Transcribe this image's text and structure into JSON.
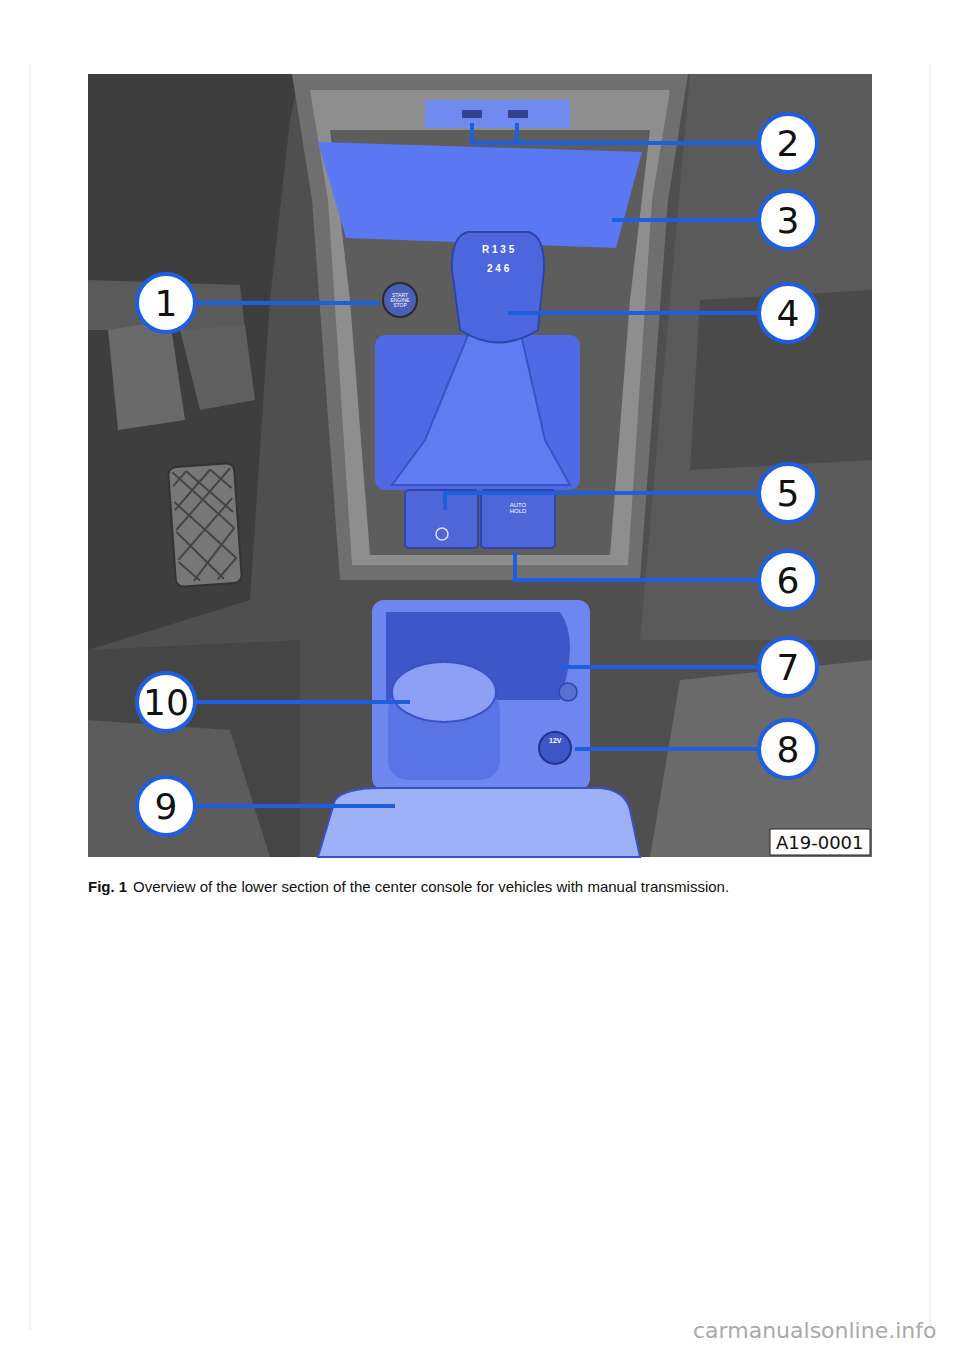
{
  "diagram": {
    "caption": "Overview of the lower section of the center console for vehicles with manual transmission.",
    "labels": [
      "2",
      "3",
      "R 1 3 5",
      "2 4 6",
      "START ENGINE STOP",
      "1",
      "4",
      "5",
      "AUTO HOLD",
      "6",
      "7",
      "10",
      "12V",
      "8",
      "9",
      "A19-0001",
      "Fig. 1",
      "carmanualsonline.info"
    ]
  }
}
